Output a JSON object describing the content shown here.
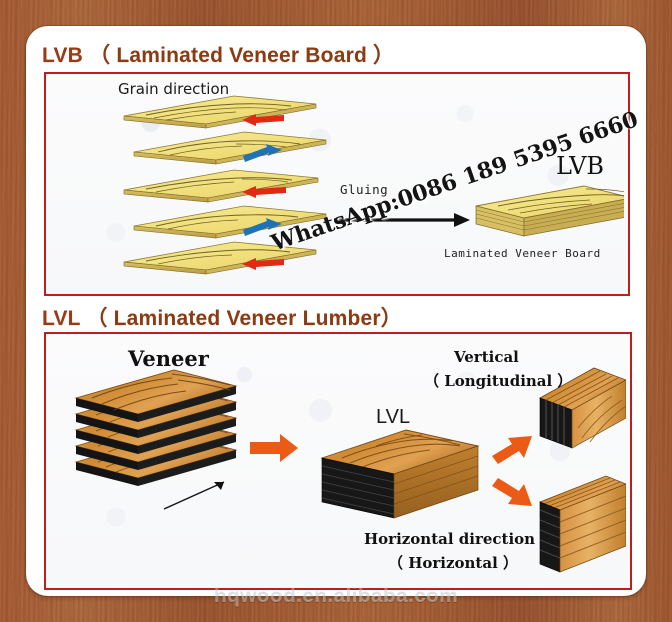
{
  "frame": {
    "material": "wood-grain",
    "color": "#a85c33"
  },
  "colors": {
    "heading": "#9c3a16",
    "box_border": "#c01d1d",
    "arrow_red": "#e02a16",
    "arrow_blue": "#1f72b8",
    "arrow_orange": "#ec5b16",
    "veneer_pale": "#f2e27e",
    "veneer_wood": "#c9822e"
  },
  "sections": [
    {
      "id": "lvb",
      "title_abbr": "LVB",
      "title_full": "（ Laminated Veneer Board ）",
      "diagram": {
        "grain_label": "Grain direction",
        "process_label": "Gluing",
        "result_abbr": "LVB",
        "result_caption": "Laminated Veneer Board",
        "layer_count": 5,
        "arrows": [
          {
            "index": 1,
            "color": "red",
            "direction": "left"
          },
          {
            "index": 2,
            "color": "blue",
            "direction": "right"
          },
          {
            "index": 3,
            "color": "red",
            "direction": "left"
          },
          {
            "index": 4,
            "color": "blue",
            "direction": "right"
          },
          {
            "index": 5,
            "color": "red",
            "direction": "left"
          }
        ]
      }
    },
    {
      "id": "lvl",
      "title_abbr": "LVL",
      "title_full": "（ Laminated Veneer Lumber）",
      "diagram": {
        "source_label": "Veneer",
        "result_abbr": "LVL",
        "horizontal_label_line1": "Horizontal direction",
        "horizontal_label_line2": "（ Horizontal ）",
        "vertical_label_line1": "Vertical",
        "vertical_label_line2": "（ Longitudinal ）",
        "stack_layer_count": 5
      }
    }
  ],
  "watermarks": {
    "phone": "WhatsApp:0086 189 5395 6660",
    "site": "hqwood.en.alibaba.com"
  }
}
